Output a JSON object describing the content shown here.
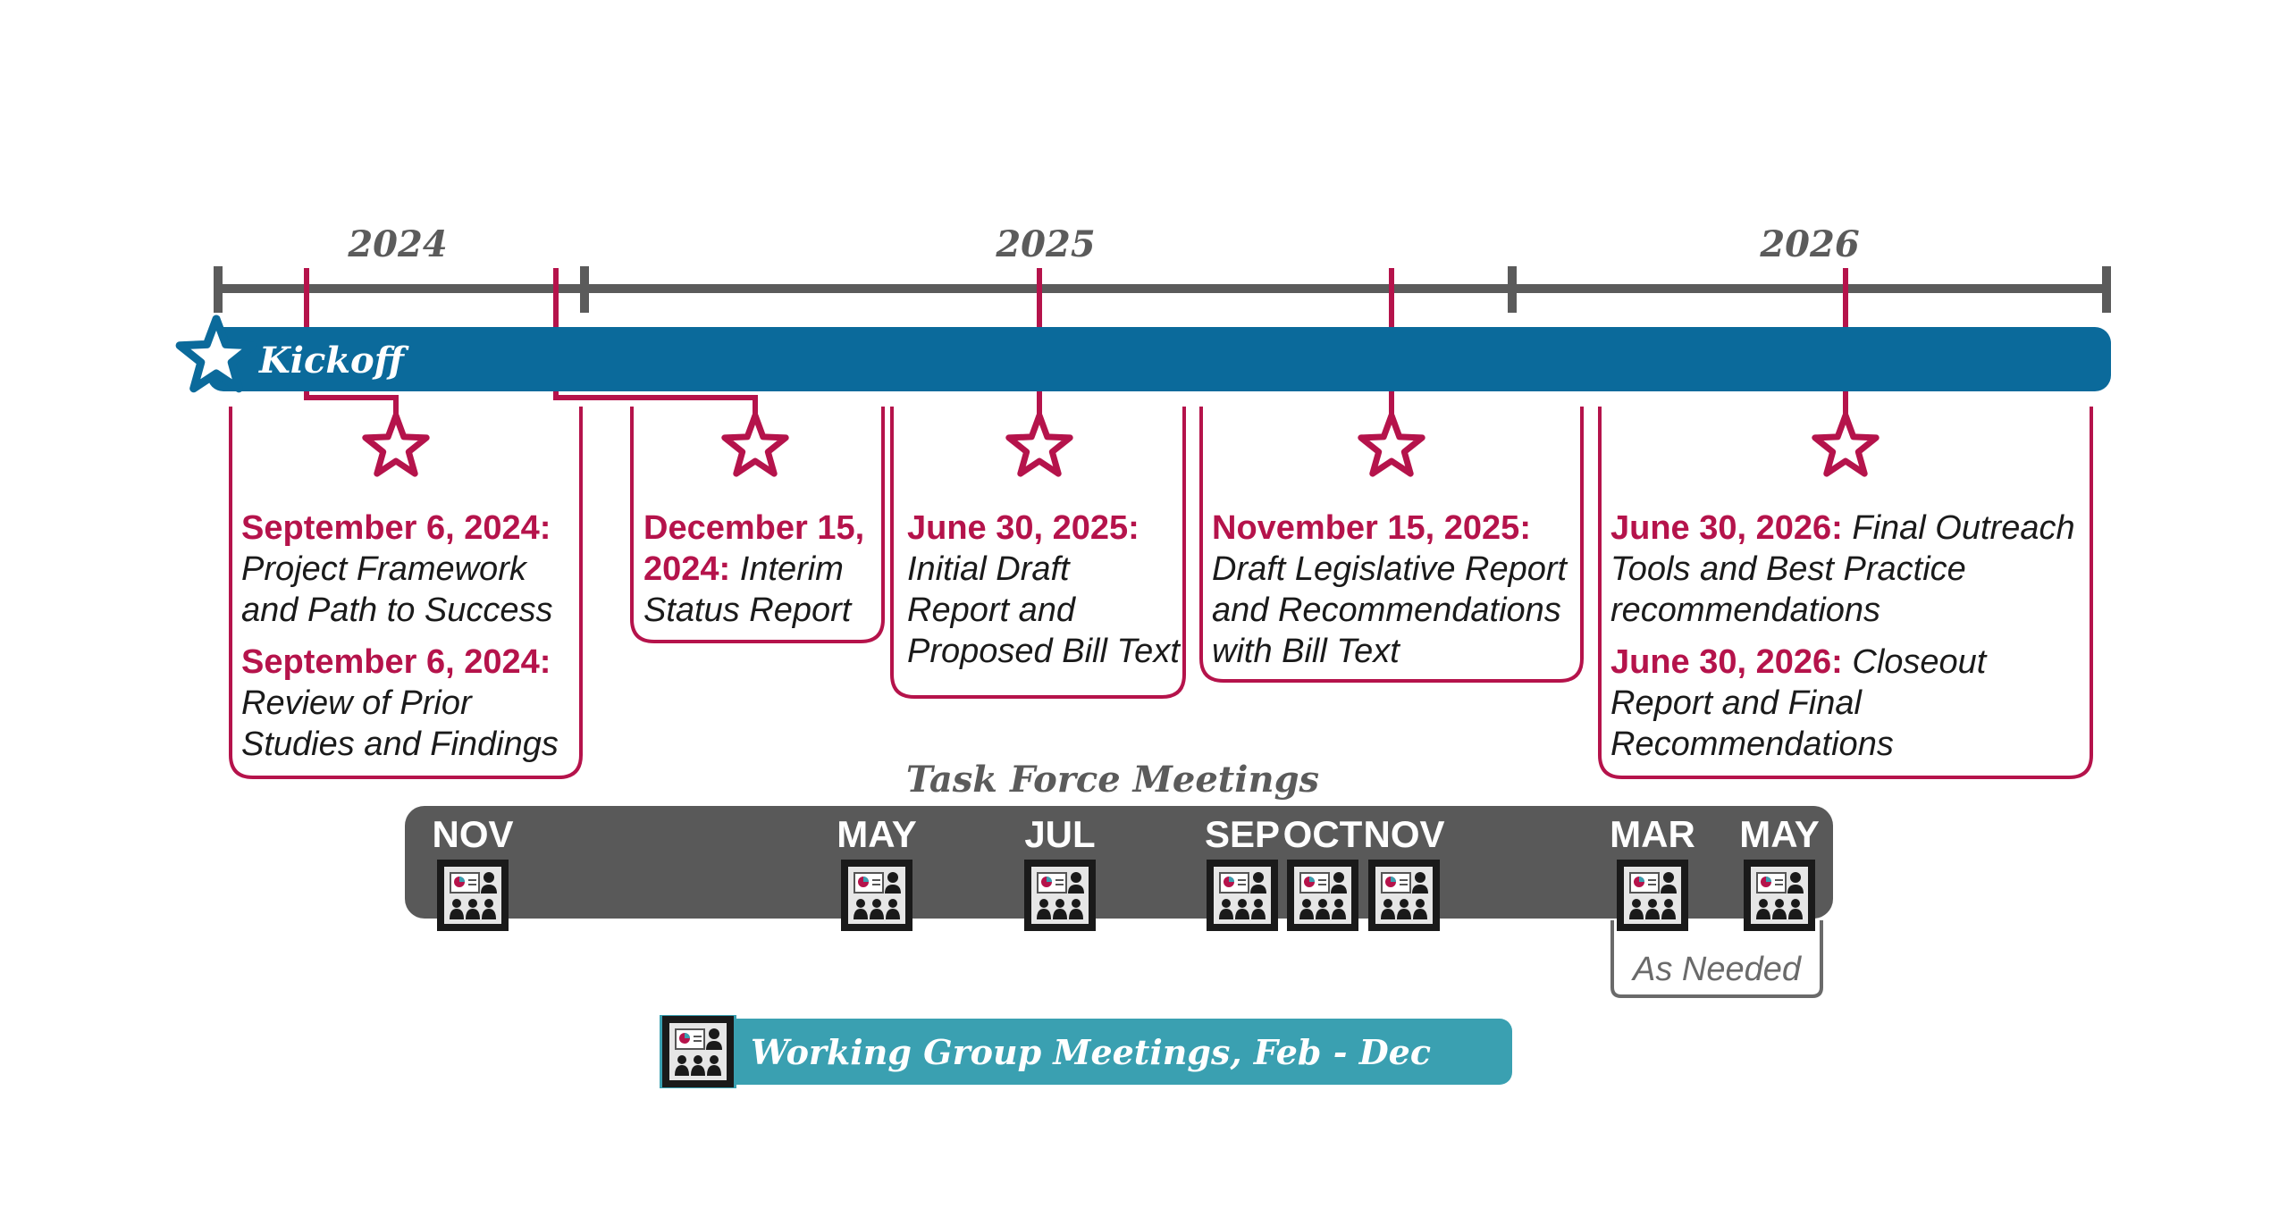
{
  "years": [
    "2024",
    "2025",
    "2026"
  ],
  "kickoff_label": "Kickoff",
  "milestones": [
    {
      "entries": [
        {
          "date": "September 6, 2024:",
          "desc_lines": [
            "Project Framework",
            "and Path to Success"
          ]
        },
        {
          "date": "September 6, 2024:",
          "desc_lines": [
            "Review of Prior",
            "Studies and Findings"
          ]
        }
      ]
    },
    {
      "entries": [
        {
          "date": "December 15,",
          "date2": "2024:",
          "desc_first": " Interim",
          "desc_lines": [
            "Status Report"
          ]
        }
      ]
    },
    {
      "entries": [
        {
          "date": "June 30, 2025:",
          "desc_lines": [
            "Initial Draft",
            "Report and",
            "Proposed Bill Text"
          ]
        }
      ]
    },
    {
      "entries": [
        {
          "date": "November 15, 2025:",
          "desc_lines": [
            "Draft Legislative Report",
            "and Recommendations",
            "with Bill Text"
          ]
        }
      ]
    },
    {
      "entries": [
        {
          "date": "June 30, 2026:",
          "desc_first": " Final Outreach",
          "desc_lines": [
            "Tools and Best Practice",
            "recommendations"
          ]
        },
        {
          "date": "June 30, 2026:",
          "desc_first": " Closeout",
          "desc_lines": [
            "Report and Final",
            "Recommendations"
          ]
        }
      ]
    }
  ],
  "task_force": {
    "title": "Task Force Meetings",
    "months": [
      "NOV",
      "MAY",
      "JUL",
      "SEP",
      "OCT",
      "NOV",
      "MAR",
      "MAY"
    ],
    "as_needed": "As Needed"
  },
  "working_group": {
    "label": "Working Group Meetings, Feb - Dec"
  },
  "colors": {
    "timeline_gray": "#5b5b5b",
    "bar_blue": "#0b6a9b",
    "milestone_red": "#b5134b",
    "bar_dark": "#595959",
    "teal": "#3aa0b1"
  }
}
